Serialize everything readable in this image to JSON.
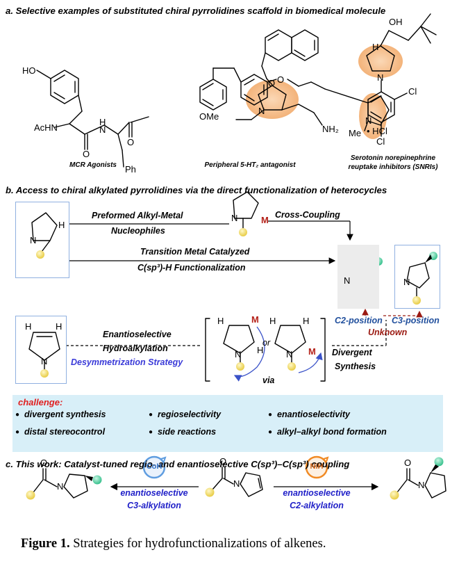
{
  "section_a": {
    "heading": "a. Selective examples of substituted chiral pyrrolidines scaffold in biomedical molecule",
    "captions": {
      "mcr": "MCR Agonists",
      "ht2": "Peripheral 5-HT₂ antagonist",
      "snri_line1": "Serotonin norepinephrine",
      "snri_line2": "reuptake inhibitors (SNRIs)"
    },
    "atoms": {
      "ho": "HO",
      "achn": "AcHN",
      "h": "H",
      "n": "N",
      "nh2": "NH₂",
      "o": "O",
      "ph": "Ph",
      "ome": "OMe",
      "me": "Me",
      "hcl": "• HCl",
      "oh": "OH",
      "cl": "Cl"
    }
  },
  "section_b": {
    "heading": "b. Access to chiral alkylated pyrrolidines via the direct functionalization of heterocycles",
    "preformed_line1": "Preformed Alkyl-Metal",
    "preformed_line2": "Nucleophiles",
    "cross_coupling": "Cross-Coupling",
    "tm_line1": "Transition Metal Catalyzed",
    "tm_line2": "C(sp³)-H Functionalization",
    "c2_position": "C2-position",
    "c3_position": "C3-position",
    "unknown": "Unknown",
    "enantio_line1": "Enantioselective",
    "enantio_line2": "Hydroalkylation",
    "desymm": "Desymmetrization Strategy",
    "or": "or",
    "via": "via",
    "divergent_line1": "Divergent",
    "divergent_line2": "Synthesis",
    "atoms": {
      "h": "H",
      "m": "M",
      "n": "N"
    },
    "challenge": {
      "title": "challenge:",
      "items": [
        "divergent synthesis",
        "regioselectivity",
        "enantioselectivity",
        "distal stereocontrol",
        "side reactions",
        "alkyl–alkyl bond formation"
      ]
    }
  },
  "section_c": {
    "heading": "c. This work: Catalyst-tuned regio- and enantioselective C(sp³)–C(sp³) coupling",
    "coh": "CoH",
    "nih": "NiH",
    "left_line1": "enantioselective",
    "left_line2": "C3-alkylation",
    "right_line1": "enantioselective",
    "right_line2": "C2-alkylation",
    "atoms": {
      "o": "O",
      "n": "N"
    }
  },
  "figure_caption": {
    "label": "Figure 1.",
    "text": " Strategies for hydrofunctionalizations of alkenes."
  },
  "colors": {
    "highlight": "#f7c89a",
    "yellow_ball": "#f3e27a",
    "green_ball": "#69d9b0",
    "accent_blue": "#1f4e9c",
    "accent_red": "#9b1a12",
    "coh_blue": "#5f9de0",
    "nih_orange": "#f08a24",
    "metal_red": "#b5221a"
  }
}
